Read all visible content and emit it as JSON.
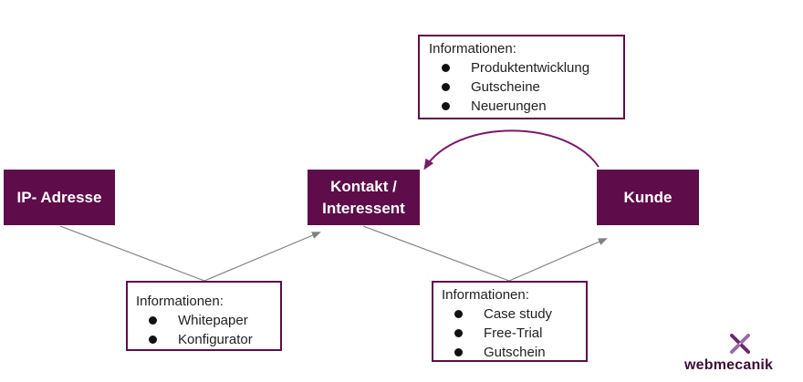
{
  "stages": {
    "ip": "IP- Adresse",
    "kontakt": "Kontakt /\nInteressent",
    "kunde": "Kunde"
  },
  "info_top": {
    "title": "Informationen:",
    "items": [
      "Produktentwicklung",
      "Gutscheine",
      "Neuerungen"
    ]
  },
  "info_left": {
    "title": "Informationen:",
    "items": [
      "Whitepaper",
      "Konfigurator"
    ]
  },
  "info_right": {
    "title": "Informationen:",
    "items": [
      "Case study",
      "Free-Trial",
      "Gutschein"
    ]
  },
  "brand": {
    "name": "webmecanik",
    "icon": "webmecanik-logo-icon"
  },
  "colors": {
    "stage_fill": "#5e0d4a",
    "border": "#5e0d4a",
    "connector": "#808080",
    "feedback_arrow": "#7a1a6a"
  }
}
